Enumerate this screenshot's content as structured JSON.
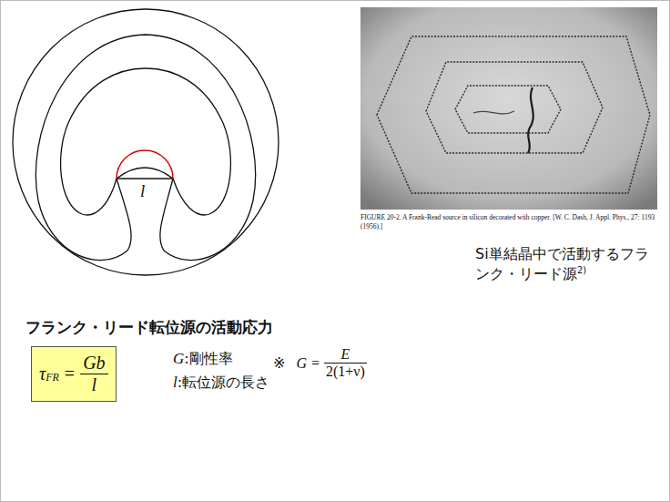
{
  "diagram": {
    "nodes": [
      {
        "text": [
          "τ",
          "FR",
          "=",
          "Gb",
          "l"
        ]
      }
    ],
    "labels": [
      "l",
      "FIGURE 20-2. A Frank-Read source in silicon decorated with copper. [W. C. Dash, J. Appl. Phys., 27: 1193 (1956).]",
      "Si単結晶中で活動するフランク・リード源",
      "2)",
      "フランク・リード転位源の活動応力",
      "G",
      ":剛性率",
      "l",
      ":転位源の長さ",
      "※",
      "G",
      "=",
      "E",
      "2(1+ν)"
    ]
  }
}
